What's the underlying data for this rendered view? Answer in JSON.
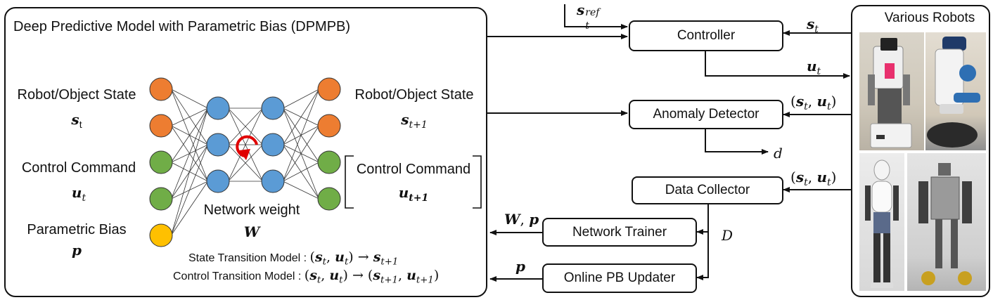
{
  "model": {
    "title": "Deep Predictive Model with Parametric Bias (DPMPB)",
    "inputs": {
      "state_label": "Robot/Object State",
      "command_label": "Control Command",
      "pb_label": "Parametric Bias"
    },
    "outputs": {
      "state_label": "Robot/Object State",
      "command_label": "Control Command"
    },
    "network_weight_label": "Network weight",
    "state_transition_label": "State Transition Model :",
    "control_transition_label": "Control Transition Model :",
    "colors": {
      "state_node": "#ed7d31",
      "command_node": "#70ad47",
      "pb_node": "#ffc000",
      "hidden_node": "#5b9bd5",
      "recurrent_arrow": "#e00000"
    }
  },
  "blocks": {
    "controller": "Controller",
    "anomaly_detector": "Anomaly Detector",
    "data_collector": "Data Collector",
    "network_trainer": "Network Trainer",
    "online_pb_updater": "Online PB Updater"
  },
  "signals": {
    "anomaly_output": "d",
    "dataset": "D",
    "ref_superscript": "ref"
  },
  "robots": {
    "title": "Various Robots",
    "photos": [
      "pr2-robot-photo",
      "fetch-robot-photo",
      "kengoro-robot-photo",
      "wheeled-humanoid-robot-photo"
    ]
  }
}
